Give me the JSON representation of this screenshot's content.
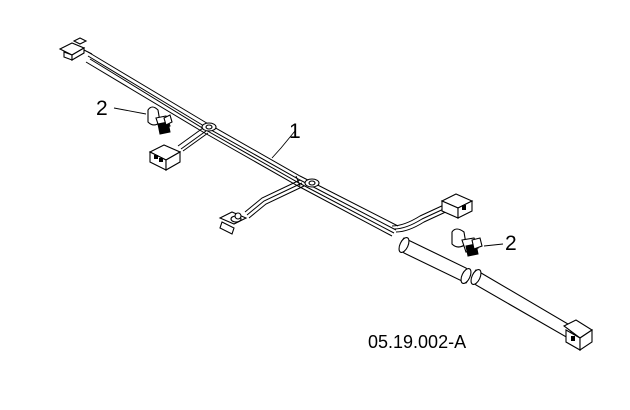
{
  "figure": {
    "reference": "05.19.002-A",
    "callouts": [
      {
        "id": "callout-1a",
        "label": "2"
      },
      {
        "id": "callout-1",
        "label": "1"
      },
      {
        "id": "callout-2b",
        "label": "2"
      }
    ]
  }
}
